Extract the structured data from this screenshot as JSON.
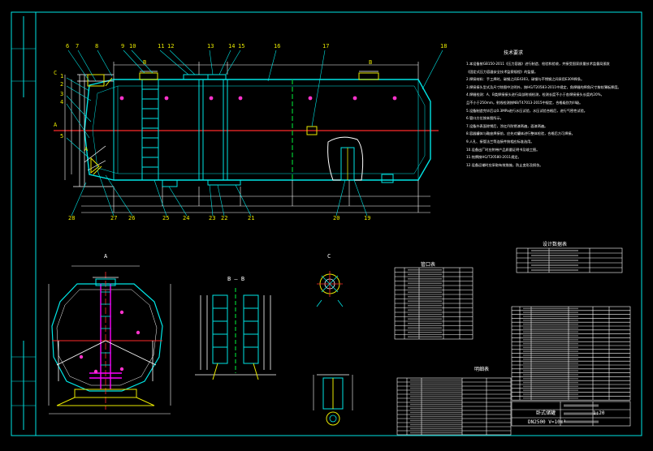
{
  "colors": {
    "background": "#000000",
    "frame": "#00e5e5",
    "vessel": "#00e5e5",
    "centerline": "#ff2a2a",
    "dimension": "#ffffff",
    "labels": "#e8e800",
    "highlight": "#ff33cc",
    "magenta": "#ff00ff",
    "green": "#00cc33"
  },
  "drawing": {
    "section_markers": [
      "A",
      "A",
      "C",
      "B",
      "B"
    ],
    "balloons_top": [
      "6",
      "7",
      "8",
      "9",
      "10",
      "11",
      "12",
      "13",
      "14",
      "15",
      "16",
      "17",
      "18"
    ],
    "balloons_left": [
      "1",
      "2",
      "3",
      "4",
      "5"
    ],
    "balloons_bottom": [
      "28",
      "27",
      "26",
      "25",
      "24",
      "23",
      "22",
      "21",
      "20",
      "19"
    ],
    "view_titles": {
      "view_a": "A",
      "view_bb": "B — B",
      "view_c": "C"
    }
  },
  "notes": {
    "title": "技术要求",
    "lines": [
      "1.本设备按GB150-2011《压力容器》进行制造、检验和验收，并接受国家质量技术监督局颁发",
      "《固定式压力容器安全技术监察规程》的监督。",
      "2.焊接材料：手工焊时，碳钢之间E4303，碳钢与不锈钢之间采用E309焊条。",
      "3.焊接接头型式及尺寸除图中注明外，按HG/T20583-2011中规定，角焊缝的焊角尺寸按较薄板厚度。",
      "4.焊缝检测：A、B类焊接接头进行局部射线检测，检测长度不小于各焊接接头长度的20%，",
      "且不小于250mm，射线检测按NB/T47013-2015中规定，合格级别为III级。",
      "5.设备制造完毕后以0.3MPa进行水压试验，水压试验合格后，进行气密性试验。",
      "6.管口方位按本图所示。",
      "7.设备外表面除锈后，涂红丹防锈漆两遍，面漆两遍。",
      "8.容器罐体与鞍座焊接前，应先对罐体进行整体检验，合格后方可焊接。",
      "9.人孔、接管法兰等连接件按相应标准选用。",
      "10.设备出厂时应附带产品质量证明书及竣工图。",
      "11.铭牌按HG/T20580-2011规定。",
      "12.设备运输时应采取有效措施，防止变形及损伤。"
    ]
  },
  "tables": {
    "nozzle_table_title": "管口表",
    "design_table_title": "设计数据表",
    "parts_table_title": "明细表"
  },
  "title_block": {
    "name": "卧式储罐",
    "model": "DN2500  V=10m³",
    "drawing_no": "1:20"
  }
}
